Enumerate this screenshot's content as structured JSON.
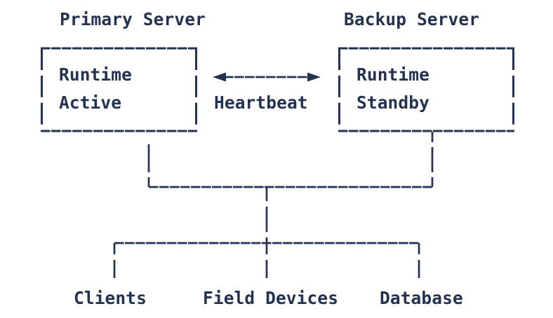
{
  "colors": {
    "ink": "#243251",
    "background": "#ffffff"
  },
  "nodes": {
    "primary": {
      "title": "Primary Server",
      "component": "Runtime",
      "state": "Active"
    },
    "backup": {
      "title": "Backup Server",
      "component": "Runtime",
      "state": "Standby"
    }
  },
  "link": {
    "label": "Heartbeat"
  },
  "leaves": {
    "clients": "Clients",
    "field_devices": "Field Devices",
    "database": "Database"
  }
}
